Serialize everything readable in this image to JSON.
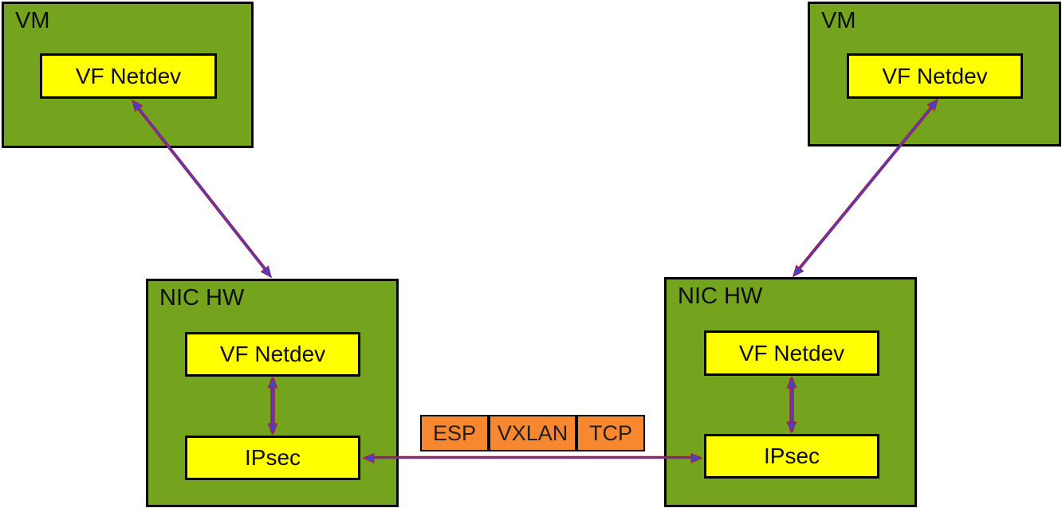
{
  "diagram": {
    "left_vm": {
      "title": "VM",
      "netdev_label": "VF Netdev"
    },
    "right_vm": {
      "title": "VM",
      "netdev_label": "VF Netdev"
    },
    "left_nic": {
      "title": "NIC HW",
      "netdev_label": "VF Netdev",
      "ipsec_label": "IPsec"
    },
    "right_nic": {
      "title": "NIC HW",
      "netdev_label": "VF Netdev",
      "ipsec_label": "IPsec"
    },
    "packet": {
      "segments": [
        "ESP",
        "VXLAN",
        "TCP"
      ]
    },
    "colors": {
      "box_green": "#74a41d",
      "box_yellow": "#ffff00",
      "packet_orange": "#f8882f",
      "arrow_blue": "#4442c8",
      "arrow_red": "#c8102e",
      "border_black": "#000000"
    }
  }
}
